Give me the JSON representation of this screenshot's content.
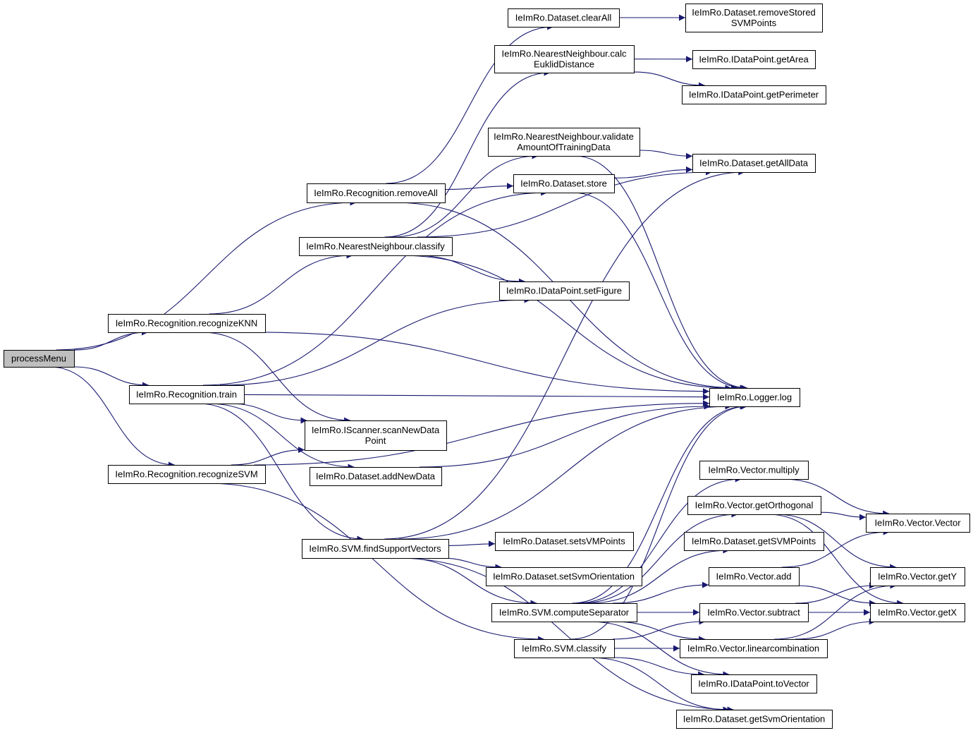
{
  "nodes": {
    "processMenu": [
      "processMenu"
    ],
    "removeAll": [
      "IeImRo.Recognition.removeAll"
    ],
    "recognizeKNN": [
      "IeImRo.Recognition.recognizeKNN"
    ],
    "train": [
      "IeImRo.Recognition.train"
    ],
    "recognizeSVM": [
      "IeImRo.Recognition.recognizeSVM"
    ],
    "clearAll": [
      "IeImRo.Dataset.clearAll"
    ],
    "calcEuklid": [
      "IeImRo.NearestNeighbour.calc",
      "EuklidDistance"
    ],
    "validate": [
      "IeImRo.NearestNeighbour.validate",
      "AmountOfTrainingData"
    ],
    "store": [
      "IeImRo.Dataset.store"
    ],
    "nnClassify": [
      "IeImRo.NearestNeighbour.classify"
    ],
    "setFigure": [
      "IeImRo.IDataPoint.setFigure"
    ],
    "scanNewData": [
      "IeImRo.IScanner.scanNewData",
      "Point"
    ],
    "addNewData": [
      "IeImRo.Dataset.addNewData"
    ],
    "findSupport": [
      "IeImRo.SVM.findSupportVectors"
    ],
    "setsVM": [
      "IeImRo.Dataset.setsVMPoints"
    ],
    "setSvmOri": [
      "IeImRo.Dataset.setSvmOrientation"
    ],
    "computeSep": [
      "IeImRo.SVM.computeSeparator"
    ],
    "svmClassify": [
      "IeImRo.SVM.classify"
    ],
    "removeStored": [
      "IeImRo.Dataset.removeStored",
      "SVMPoints"
    ],
    "getArea": [
      "IeImRo.IDataPoint.getArea"
    ],
    "getPerimeter": [
      "IeImRo.IDataPoint.getPerimeter"
    ],
    "getAllData": [
      "IeImRo.Dataset.getAllData"
    ],
    "log": [
      "IeImRo.Logger.log"
    ],
    "multiply": [
      "IeImRo.Vector.multiply"
    ],
    "getOrthogonal": [
      "IeImRo.Vector.getOrthogonal"
    ],
    "getSVMPoints": [
      "IeImRo.Dataset.getSVMPoints"
    ],
    "vAdd": [
      "IeImRo.Vector.add"
    ],
    "vSubtract": [
      "IeImRo.Vector.subtract"
    ],
    "linearComb": [
      "IeImRo.Vector.linearcombination"
    ],
    "toVector": [
      "IeImRo.IDataPoint.toVector"
    ],
    "getSvmOri": [
      "IeImRo.Dataset.getSvmOrientation"
    ],
    "vVector": [
      "IeImRo.Vector.Vector"
    ],
    "getY": [
      "IeImRo.Vector.getY"
    ],
    "getX": [
      "IeImRo.Vector.getX"
    ]
  },
  "edges": [
    [
      "processMenu",
      "removeAll"
    ],
    [
      "processMenu",
      "recognizeKNN"
    ],
    [
      "processMenu",
      "train"
    ],
    [
      "processMenu",
      "recognizeSVM"
    ],
    [
      "removeAll",
      "clearAll"
    ],
    [
      "removeAll",
      "store"
    ],
    [
      "removeAll",
      "log"
    ],
    [
      "clearAll",
      "removeStored"
    ],
    [
      "recognizeKNN",
      "nnClassify"
    ],
    [
      "recognizeKNN",
      "log"
    ],
    [
      "recognizeKNN",
      "scanNewData"
    ],
    [
      "nnClassify",
      "calcEuklid"
    ],
    [
      "nnClassify",
      "validate"
    ],
    [
      "nnClassify",
      "getAllData"
    ],
    [
      "nnClassify",
      "setFigure"
    ],
    [
      "nnClassify",
      "log"
    ],
    [
      "calcEuklid",
      "getArea"
    ],
    [
      "calcEuklid",
      "getPerimeter"
    ],
    [
      "validate",
      "getAllData"
    ],
    [
      "validate",
      "log"
    ],
    [
      "store",
      "getAllData"
    ],
    [
      "store",
      "log"
    ],
    [
      "train",
      "store"
    ],
    [
      "train",
      "setFigure"
    ],
    [
      "train",
      "log"
    ],
    [
      "train",
      "scanNewData"
    ],
    [
      "train",
      "addNewData"
    ],
    [
      "train",
      "findSupport"
    ],
    [
      "addNewData",
      "log"
    ],
    [
      "recognizeSVM",
      "scanNewData"
    ],
    [
      "recognizeSVM",
      "log"
    ],
    [
      "recognizeSVM",
      "svmClassify"
    ],
    [
      "findSupport",
      "getAllData"
    ],
    [
      "findSupport",
      "log"
    ],
    [
      "findSupport",
      "setsVM"
    ],
    [
      "findSupport",
      "setSvmOri"
    ],
    [
      "findSupport",
      "computeSep"
    ],
    [
      "findSupport",
      "getSvmOri"
    ],
    [
      "computeSep",
      "log"
    ],
    [
      "computeSep",
      "multiply"
    ],
    [
      "computeSep",
      "getOrthogonal"
    ],
    [
      "computeSep",
      "getSVMPoints"
    ],
    [
      "computeSep",
      "vAdd"
    ],
    [
      "computeSep",
      "vSubtract"
    ],
    [
      "computeSep",
      "linearComb"
    ],
    [
      "computeSep",
      "toVector"
    ],
    [
      "svmClassify",
      "log"
    ],
    [
      "svmClassify",
      "vSubtract"
    ],
    [
      "svmClassify",
      "linearComb"
    ],
    [
      "svmClassify",
      "toVector"
    ],
    [
      "svmClassify",
      "getSvmOri"
    ],
    [
      "multiply",
      "vVector"
    ],
    [
      "getOrthogonal",
      "vVector"
    ],
    [
      "getOrthogonal",
      "getY"
    ],
    [
      "getOrthogonal",
      "getX"
    ],
    [
      "vAdd",
      "vVector"
    ],
    [
      "vAdd",
      "getX"
    ],
    [
      "vSubtract",
      "getY"
    ],
    [
      "vSubtract",
      "getX"
    ],
    [
      "linearComb",
      "getY"
    ],
    [
      "linearComb",
      "getX"
    ]
  ]
}
